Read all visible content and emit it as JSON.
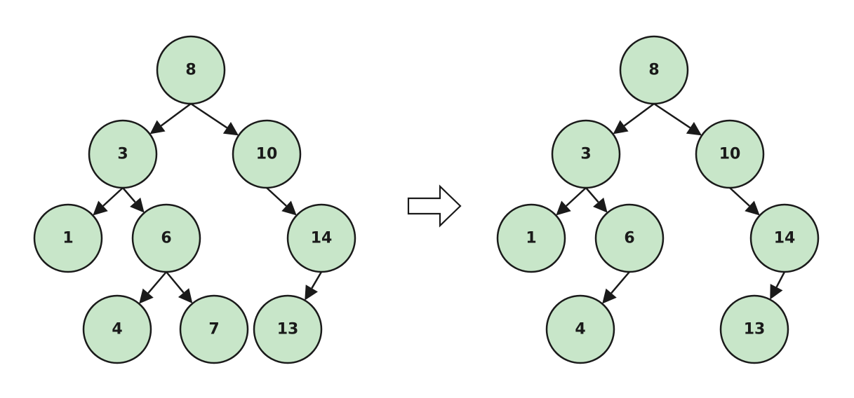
{
  "trees": [
    {
      "id": "before",
      "nodes": [
        {
          "id": "n8",
          "label": "8"
        },
        {
          "id": "n3",
          "label": "3"
        },
        {
          "id": "n10",
          "label": "10"
        },
        {
          "id": "n1",
          "label": "1"
        },
        {
          "id": "n6",
          "label": "6"
        },
        {
          "id": "n14",
          "label": "14"
        },
        {
          "id": "n4",
          "label": "4"
        },
        {
          "id": "n7",
          "label": "7"
        },
        {
          "id": "n13",
          "label": "13"
        }
      ],
      "edges": [
        [
          "n8",
          "n3"
        ],
        [
          "n8",
          "n10"
        ],
        [
          "n3",
          "n1"
        ],
        [
          "n3",
          "n6"
        ],
        [
          "n10",
          "n14"
        ],
        [
          "n6",
          "n4"
        ],
        [
          "n6",
          "n7"
        ],
        [
          "n14",
          "n13"
        ]
      ]
    },
    {
      "id": "after",
      "nodes": [
        {
          "id": "n8",
          "label": "8"
        },
        {
          "id": "n3",
          "label": "3"
        },
        {
          "id": "n10",
          "label": "10"
        },
        {
          "id": "n1",
          "label": "1"
        },
        {
          "id": "n6",
          "label": "6"
        },
        {
          "id": "n14",
          "label": "14"
        },
        {
          "id": "n4",
          "label": "4"
        },
        {
          "id": "n13",
          "label": "13"
        }
      ],
      "edges": [
        [
          "n8",
          "n3"
        ],
        [
          "n8",
          "n10"
        ],
        [
          "n3",
          "n1"
        ],
        [
          "n3",
          "n6"
        ],
        [
          "n10",
          "n14"
        ],
        [
          "n6",
          "n4"
        ],
        [
          "n14",
          "n13"
        ]
      ]
    }
  ],
  "colors": {
    "node_fill": "#c8e6c9",
    "stroke": "#1a1a1a",
    "background": "#ffffff"
  },
  "icons": {
    "transform_arrow": "right-outline-arrow-icon"
  }
}
